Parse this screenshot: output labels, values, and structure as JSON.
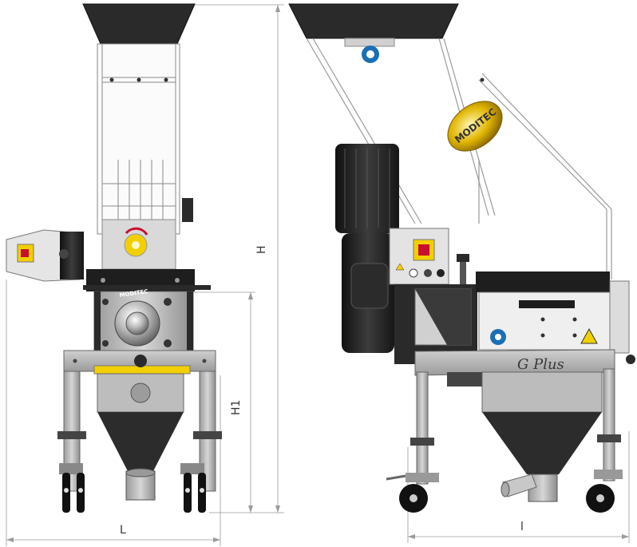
{
  "dimensions": {
    "L": "L",
    "H": "H",
    "H1": "H1",
    "l": "l"
  },
  "brand": {
    "logo_left": "MODITEC",
    "logo_right": "MODITEC",
    "model": "G Plus"
  },
  "colors": {
    "steel": "#b3b3b3",
    "steel_dark": "#8c8c8c",
    "black": "#1e1e1e",
    "panel": "#e6e6e6",
    "yellow": "#f2d000",
    "red": "#c8102e",
    "blue": "#1a6fb5",
    "dimension_line": "#9a9a9a"
  },
  "icons": {
    "warning_label": "warning-label-icon",
    "info_label": "info-label-icon",
    "emergency_stop": "emergency-stop-icon"
  }
}
